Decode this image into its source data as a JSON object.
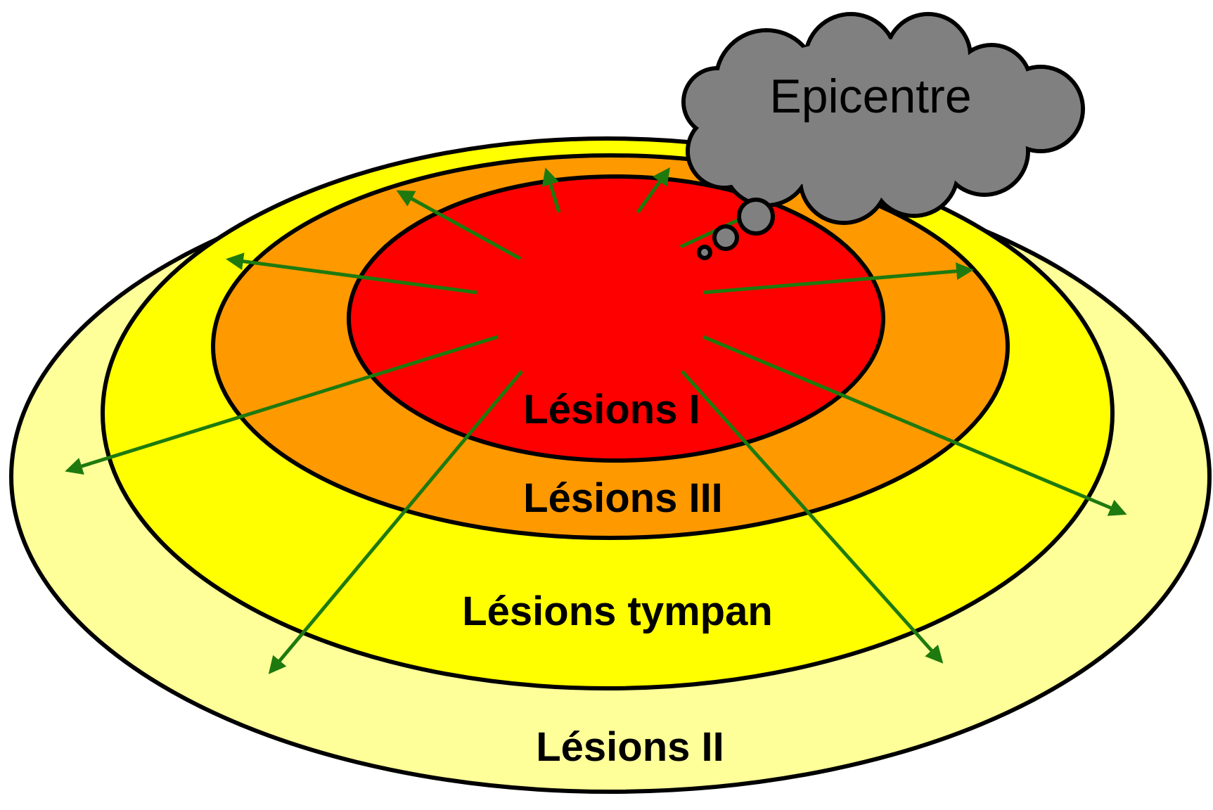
{
  "zones": [
    {
      "id": "lesions-ii",
      "label": "Lésions II",
      "color": "#ffff99"
    },
    {
      "id": "lesions-tympan",
      "label": "Lésions tympan",
      "color": "#ffff00"
    },
    {
      "id": "lesions-iii",
      "label": "Lésions III",
      "color": "#ff9900"
    },
    {
      "id": "lesions-i",
      "label": "Lésions I",
      "color": "#ff0000"
    }
  ],
  "epicentre": {
    "label": "Epicentre",
    "color": "#808080"
  },
  "arrow_color": "#1e7a0e"
}
